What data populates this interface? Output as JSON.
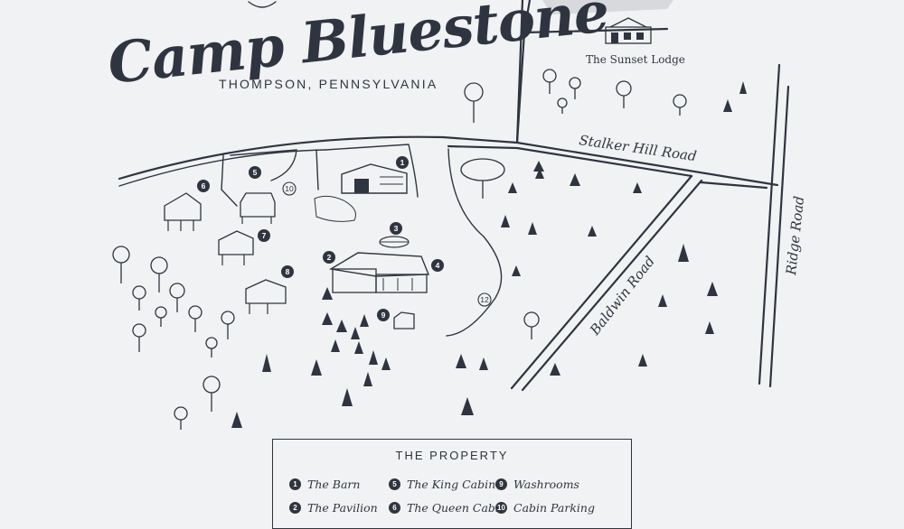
{
  "title": "Camp Bluestone",
  "subtitle": "THOMPSON, PENNSYLVANIA",
  "roads": {
    "stalker_hill": "Stalker Hill Road",
    "ridge": "Ridge Road",
    "baldwin": "Baldwin Road"
  },
  "places": {
    "sunset_lodge": "The Sunset Lodge"
  },
  "markers": [
    "1",
    "2",
    "3",
    "4",
    "5",
    "6",
    "7",
    "8",
    "9",
    "10",
    "12"
  ],
  "legend": {
    "title": "THE PROPERTY",
    "items": [
      {
        "num": "1",
        "label": "The Barn"
      },
      {
        "num": "5",
        "label": "The King Cabin"
      },
      {
        "num": "9",
        "label": "Washrooms"
      },
      {
        "num": "2",
        "label": "The Pavilion"
      },
      {
        "num": "6",
        "label": "The Queen Cabin"
      },
      {
        "num": "10",
        "label": "Cabin Parking"
      }
    ]
  },
  "colors": {
    "ink": "#2f3540",
    "paper": "#f1f2f3",
    "lake": "#d7d9dc"
  }
}
